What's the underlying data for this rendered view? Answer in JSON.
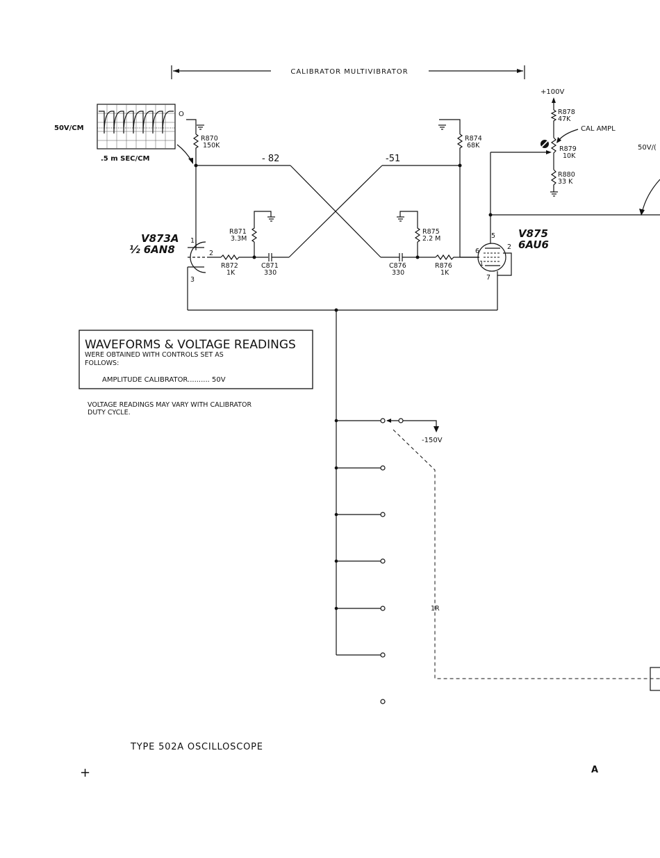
{
  "header": {
    "title": "CALIBRATOR MULTIVIBRATOR"
  },
  "scope_inset": {
    "volts": "50V/CM",
    "time": ".5 m SEC/CM",
    "zero": "O"
  },
  "nodes": {
    "left_plate": "- 82",
    "right_plate": "-51",
    "supply_pos": "+100V",
    "supply_neg": "-150V",
    "right_volts": "50V/("
  },
  "resistors": [
    {
      "ref": "R870",
      "value": "150K"
    },
    {
      "ref": "R871",
      "value": "3.3M"
    },
    {
      "ref": "R872",
      "value": "1K"
    },
    {
      "ref": "R874",
      "value": "68K"
    },
    {
      "ref": "R875",
      "value": "2.2 M"
    },
    {
      "ref": "R876",
      "value": "1K"
    },
    {
      "ref": "R878",
      "value": "47K"
    },
    {
      "ref": "R879",
      "value": "10K"
    },
    {
      "ref": "R880",
      "value": "33 K"
    }
  ],
  "capacitors": [
    {
      "ref": "C871",
      "value": "330"
    },
    {
      "ref": "C876",
      "value": "330"
    }
  ],
  "cal_ampl": "CAL AMPL",
  "tubes": {
    "v873a": {
      "ref": "V873A",
      "type": "½ 6AN8",
      "pins": [
        "1",
        "2",
        "3"
      ]
    },
    "v875": {
      "ref": "V875",
      "type": "6AU6",
      "pins": [
        "5",
        "6",
        "1",
        "2",
        "7"
      ]
    }
  },
  "notes_box": {
    "title": "WAVEFORMS & VOLTAGE READINGS",
    "line1": "WERE OBTAINED WITH CONTROLS SET AS",
    "line2": "FOLLOWS:",
    "setting": "AMPLITUDE CALIBRATOR.......... 50V"
  },
  "note": {
    "line1": "VOLTAGE READINGS MAY VARY WITH CALIBRATOR",
    "line2": "DUTY CYCLE."
  },
  "switch_label": "1R",
  "footer": {
    "title": "TYPE 502A OSCILLOSCOPE",
    "sheet": "A",
    "plus": "+"
  },
  "colors": {
    "ink": "#111111",
    "paper": "#ffffff"
  }
}
